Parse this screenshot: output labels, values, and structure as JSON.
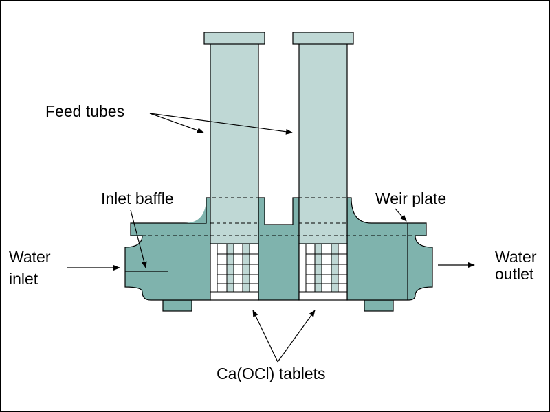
{
  "labels": {
    "feed_tubes": "Feed tubes",
    "inlet_baffle": "Inlet baffle",
    "weir_plate": "Weir plate",
    "water_inlet_line1": "Water",
    "water_inlet_line2": "inlet",
    "water_outlet_line1": "Water",
    "water_outlet_line2": "outlet",
    "tablets": "Ca(OCl) tablets"
  },
  "colors": {
    "body": "#7fb3ad",
    "tube": "#bfd8d5",
    "outline": "#000000",
    "background": "#ffffff"
  }
}
